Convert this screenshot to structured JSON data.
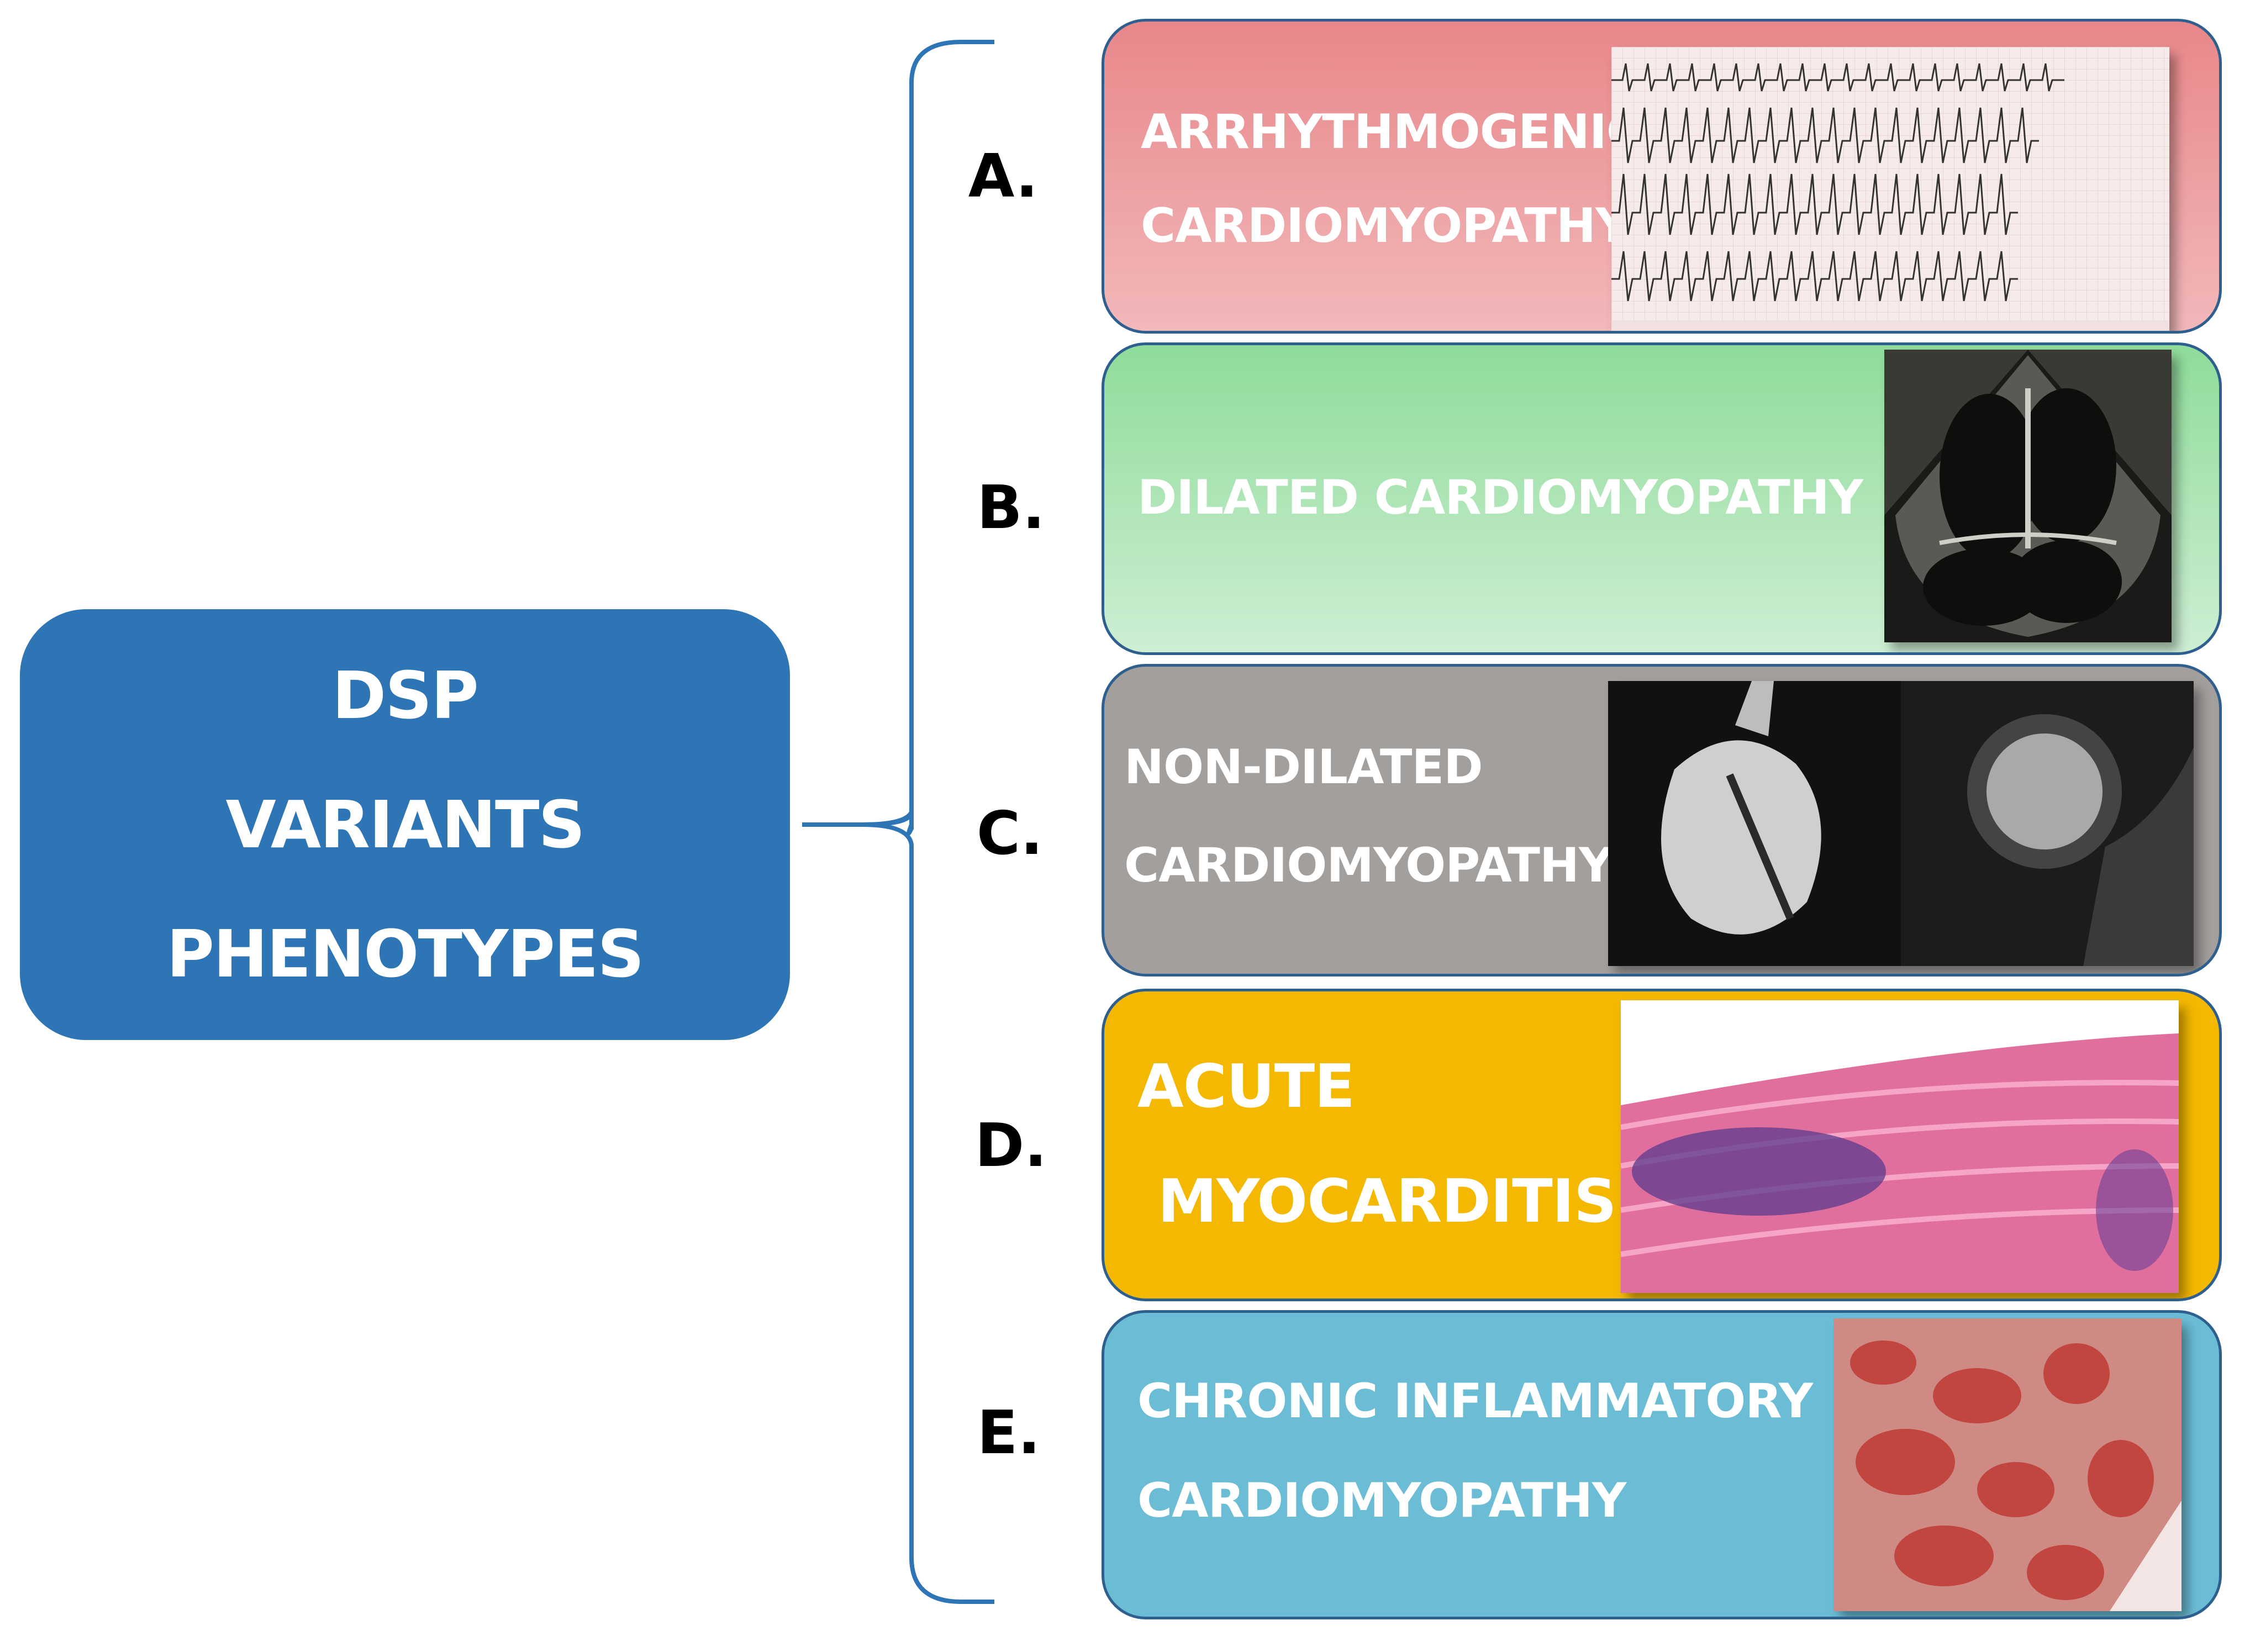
{
  "root": {
    "lines": [
      "DSP",
      "VARIANTS",
      "PHENOTYPES"
    ],
    "color": "#2e75b6"
  },
  "phenotypes": [
    {
      "letter": "A.",
      "lines": [
        "ARRHYTHMOGENIC",
        "CARDIOMYOPATHY"
      ],
      "color": "#ec9c9e",
      "image": "ecg-trace"
    },
    {
      "letter": "B.",
      "lines": [
        "DILATED CARDIOMYOPATHY"
      ],
      "color": "#a8e3b0",
      "image": "echocardiogram"
    },
    {
      "letter": "C.",
      "lines": [
        "NON-DILATED",
        "CARDIOMYOPATHY"
      ],
      "color": "#a39f9d",
      "image": "cardiac-mri"
    },
    {
      "letter": "D.",
      "lines": [
        "ACUTE",
        " MYOCARDITIS"
      ],
      "color": "#f4b800",
      "image": "histology-myocarditis"
    },
    {
      "letter": "E.",
      "lines": [
        "CHRONIC INFLAMMATORY",
        "CARDIOMYOPATHY"
      ],
      "color": "#6bbdd6",
      "image": "histology-chronic"
    }
  ]
}
